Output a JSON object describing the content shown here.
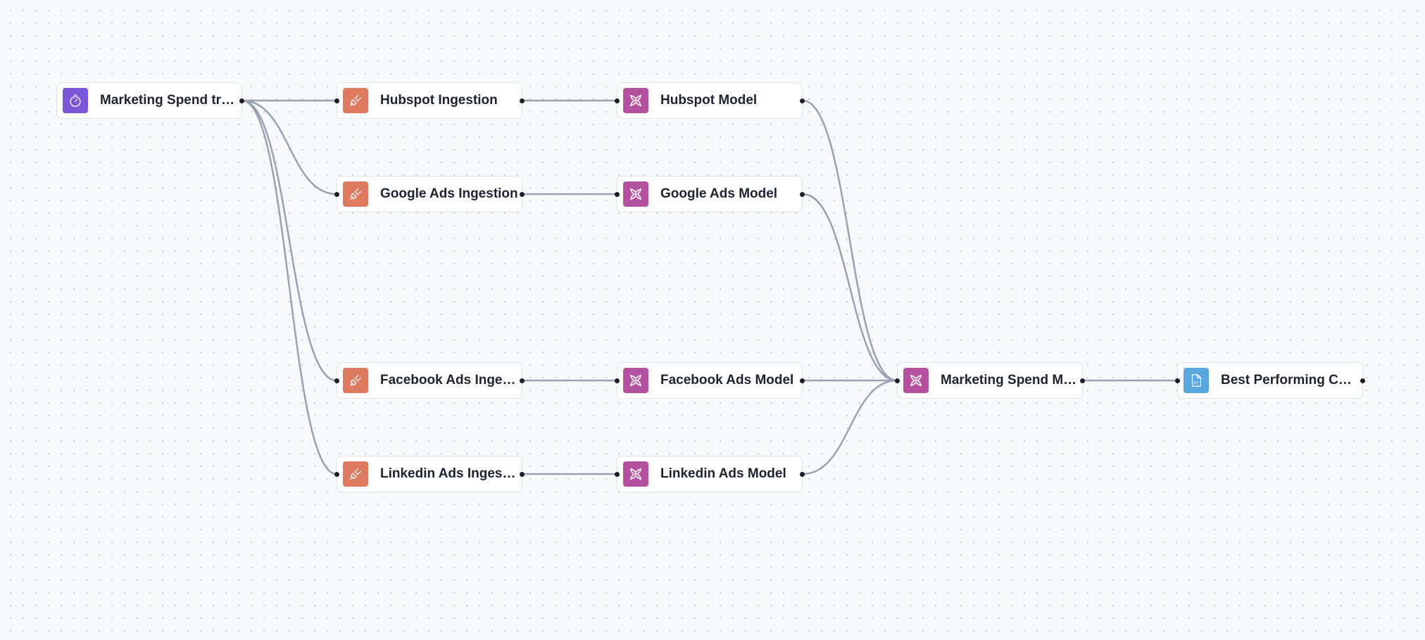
{
  "colors": {
    "background": "#f8f9fb",
    "node_border": "#dfe2e8",
    "edge": "#9aa1b0",
    "handle": "#1c1f26",
    "trigger_icon_bg": "#7a56d8",
    "ingestion_icon_bg": "#de7a60",
    "model_icon_bg": "#b3519f",
    "python_icon_bg": "#5aa7e0"
  },
  "nodes": [
    {
      "id": "trigger",
      "label": "Marketing Spend tri…",
      "icon": "stopwatch-icon",
      "kind": "trigger"
    },
    {
      "id": "hubspot_ing",
      "label": "Hubspot Ingestion",
      "icon": "plug-icon",
      "kind": "ingestion"
    },
    {
      "id": "google_ing",
      "label": "Google Ads Ingestion",
      "icon": "plug-icon",
      "kind": "ingestion"
    },
    {
      "id": "facebook_ing",
      "label": "Facebook Ads Inges…",
      "icon": "plug-icon",
      "kind": "ingestion"
    },
    {
      "id": "linkedin_ing",
      "label": "Linkedin Ads Ingestion",
      "icon": "plug-icon",
      "kind": "ingestion"
    },
    {
      "id": "hubspot_model",
      "label": "Hubspot Model",
      "icon": "dbt-icon",
      "kind": "model"
    },
    {
      "id": "google_model",
      "label": "Google Ads Model",
      "icon": "dbt-icon",
      "kind": "model"
    },
    {
      "id": "facebook_model",
      "label": "Facebook Ads Model",
      "icon": "dbt-icon",
      "kind": "model"
    },
    {
      "id": "linkedin_model",
      "label": "Linkedin Ads Model",
      "icon": "dbt-icon",
      "kind": "model"
    },
    {
      "id": "marketing_model",
      "label": "Marketing Spend M…",
      "icon": "dbt-icon",
      "kind": "model"
    },
    {
      "id": "best_campaign",
      "label": "Best Performing Ca…",
      "icon": "python-file-icon",
      "kind": "python"
    }
  ],
  "edges": [
    {
      "from": "trigger",
      "to": "hubspot_ing"
    },
    {
      "from": "trigger",
      "to": "google_ing"
    },
    {
      "from": "trigger",
      "to": "facebook_ing"
    },
    {
      "from": "trigger",
      "to": "linkedin_ing"
    },
    {
      "from": "hubspot_ing",
      "to": "hubspot_model"
    },
    {
      "from": "google_ing",
      "to": "google_model"
    },
    {
      "from": "facebook_ing",
      "to": "facebook_model"
    },
    {
      "from": "linkedin_ing",
      "to": "linkedin_model"
    },
    {
      "from": "hubspot_model",
      "to": "marketing_model"
    },
    {
      "from": "google_model",
      "to": "marketing_model"
    },
    {
      "from": "facebook_model",
      "to": "marketing_model"
    },
    {
      "from": "linkedin_model",
      "to": "marketing_model"
    },
    {
      "from": "marketing_model",
      "to": "best_campaign"
    }
  ]
}
